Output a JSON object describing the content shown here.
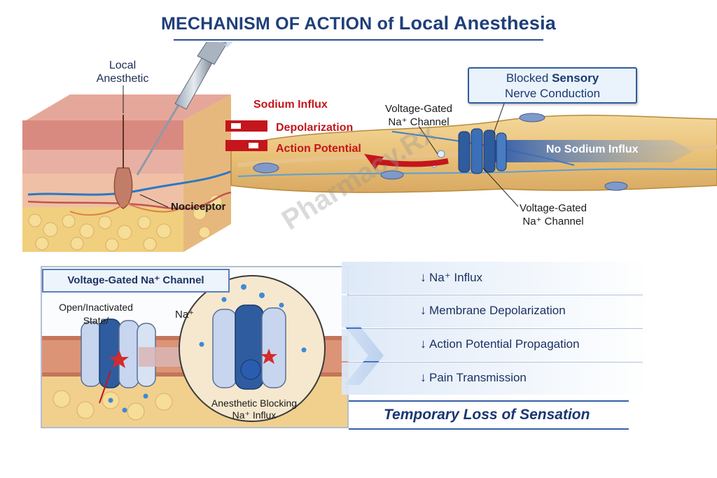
{
  "title": {
    "prefix": "MECHANISM OF ACTION of",
    "emphasis": "Local Anesthesia"
  },
  "top": {
    "local_anesthetic": "Local\nAnesthetic",
    "nociceptor": "Nociceptor",
    "sodium_influx": "Sodium Influx",
    "depolarization": "Depolarization",
    "action_potential": "Action Potential",
    "vg_channel_top": "Voltage-Gated\nNa⁺ Channel",
    "vg_channel_bottom": "Voltage-Gated\nNa⁺ Channel",
    "blocked_box_line1_a": "Blocked",
    "blocked_box_line1_b": "Sensory",
    "blocked_box_line2": "Nerve Conduction",
    "no_sodium_influx": "No Sodium Influx"
  },
  "bottom_left": {
    "panel_title": "Voltage-Gated Na⁺ Channel",
    "open_state": "Open/Inactivated\nState/",
    "na_label": "Na⁺",
    "blocking_label": "Anesthetic Blocking\nNa⁺ Influx"
  },
  "effects": {
    "items": [
      {
        "arrow": "↓",
        "text": "Na⁺ Influx"
      },
      {
        "arrow": "↓",
        "text": "Membrane Depolarization"
      },
      {
        "arrow": "↓",
        "text": "Action Potential Propagation"
      },
      {
        "arrow": "↓",
        "text": "Pain Transmission"
      }
    ],
    "result": "Temporary Loss of Sensation"
  },
  "watermark": "Pharmacy.Rx",
  "colors": {
    "title_blue": "#1f3f7a",
    "alert_red": "#c4161c",
    "channel_blue": "#2f5c9e",
    "tissue_pink": "#d98a80",
    "fat_yellow": "#efcf7e"
  }
}
